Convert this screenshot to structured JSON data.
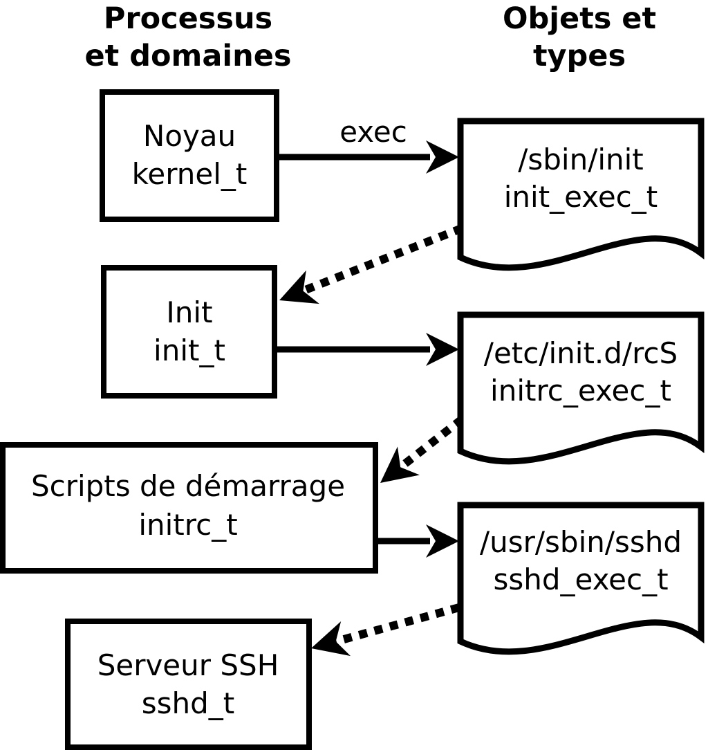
{
  "title_columns": {
    "left": {
      "line1": "Processus",
      "line2": "et domaines"
    },
    "right": {
      "line1": "Objets et",
      "line2": "types"
    }
  },
  "edge_labels": {
    "exec": "exec"
  },
  "process_nodes": [
    {
      "name": "Noyau",
      "domain": "kernel_t"
    },
    {
      "name": "Init",
      "domain": "init_t"
    },
    {
      "name": "Scripts de démarrage",
      "domain": "initrc_t"
    },
    {
      "name": "Serveur SSH",
      "domain": "sshd_t"
    }
  ],
  "object_nodes": [
    {
      "path": "/sbin/init",
      "type": "init_exec_t"
    },
    {
      "path": "/etc/init.d/rcS",
      "type": "initrc_exec_t"
    },
    {
      "path": "/usr/sbin/sshd",
      "type": "sshd_exec_t"
    }
  ],
  "colors": {
    "ink": "#000000",
    "paper": "#ffffff"
  }
}
